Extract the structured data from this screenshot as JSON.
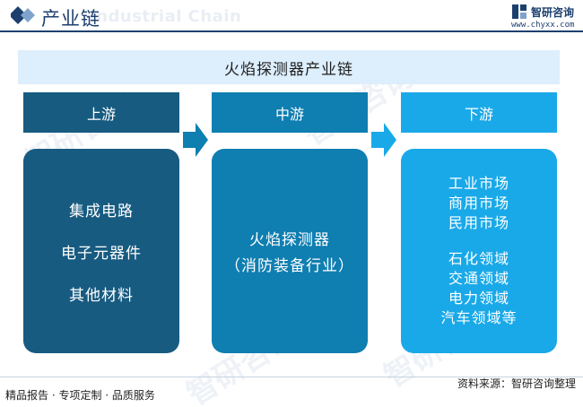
{
  "header": {
    "title": "产业链",
    "watermark": "Industrial Chain",
    "logo_text": "智研咨询",
    "logo_url": "www.chyxx.com"
  },
  "banner": {
    "title": "火焰探测器产业链"
  },
  "columns": [
    {
      "label": "上游",
      "items": [
        "集成电路",
        "电子元器件",
        "其他材料"
      ]
    },
    {
      "label": "中游",
      "items": [
        "火焰探测器",
        "（消防装备行业）"
      ]
    },
    {
      "label": "下游",
      "groups": [
        [
          "工业市场",
          "商用市场",
          "民用市场"
        ],
        [
          "石化领域",
          "交通领域",
          "电力领域",
          "汽车领域等"
        ]
      ]
    }
  ],
  "footer": {
    "left": "精品报告 · 专项定制 · 品质服务",
    "right": "资料来源：智研咨询整理"
  },
  "colors": {
    "upstream": "#175b81",
    "midstream": "#0f7eb1",
    "downstream": "#1aa9e8",
    "banner": "#ddeefc",
    "brand": "#1d3f6e"
  }
}
